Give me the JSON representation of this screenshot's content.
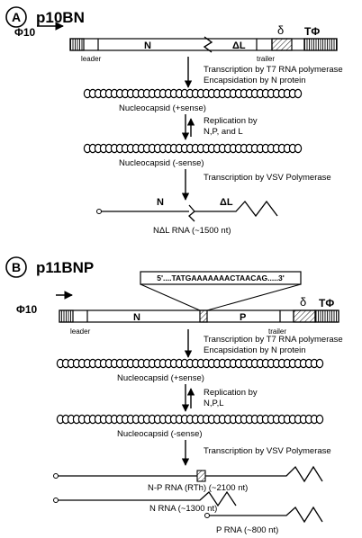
{
  "panel_a": {
    "badge": "A",
    "title": "p10BN",
    "phi10": "Φ10",
    "seg_n": "N",
    "seg_dl": "ΔL",
    "delta": "δ",
    "tphi": "TΦ",
    "leader": "leader",
    "trailer": "trailer",
    "t7_line1": "Transcription by T7 RNA polymerase",
    "t7_line2": "Encapsidation by  N protein",
    "nc_plus": "Nucleocapsid   (+sense)",
    "rep_line1": "Replication by",
    "rep_line2": "N,P, and L",
    "nc_minus": "Nucleocapsid   (-sense)",
    "vsv": "Transcription  by VSV Polymerase",
    "rna_n": "N",
    "rna_dl": "ΔL",
    "rna_label": "NΔL RNA (~1500 nt)"
  },
  "panel_b": {
    "badge": "B",
    "title": "p11BNP",
    "seq": "5'....TATGAAAAAAACTAACAG.....3'",
    "phi10": "Φ10",
    "seg_n": "N",
    "seg_p": "P",
    "delta": "δ",
    "tphi": "TΦ",
    "leader": "leader",
    "trailer": "trailer",
    "t7_line1": "Transcription by T7 RNA polymerase",
    "t7_line2": "Encapsidation by  N protein",
    "nc_plus": "Nucleocapsid   (+sense)",
    "rep_line1": "Replication by",
    "rep_line2": "N,P,L",
    "nc_minus": "Nucleocapsid   (-sense)",
    "vsv": "Transcription  by VSV Polymerase",
    "rna_np": "N-P RNA (RTh)  (~2100 nt)",
    "rna_n": "N RNA  (~1300 nt)",
    "rna_p": "P RNA  (~800 nt)"
  }
}
